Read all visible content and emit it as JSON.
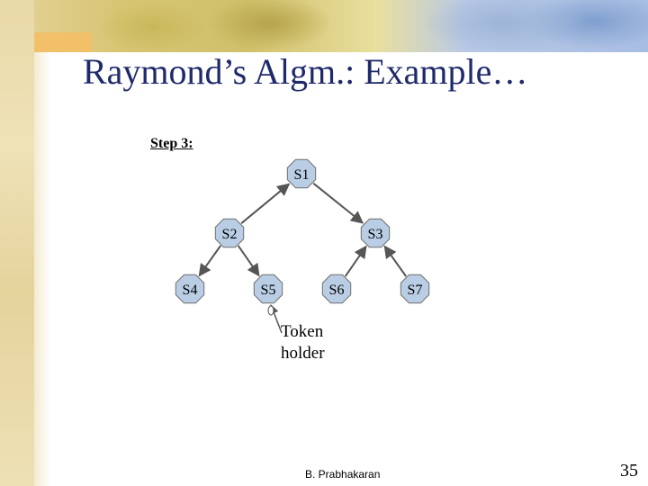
{
  "slide": {
    "title": "Raymond’s Algm.: Example…",
    "step_label": "Step 3:",
    "annotation_lines": [
      "Token",
      "holder"
    ],
    "author": "B. Prabhakaran",
    "page_number": "35"
  },
  "diagram": {
    "nodes": [
      {
        "id": "S1",
        "label": "S1"
      },
      {
        "id": "S2",
        "label": "S2"
      },
      {
        "id": "S3",
        "label": "S3"
      },
      {
        "id": "S4",
        "label": "S4"
      },
      {
        "id": "S5",
        "label": "S5"
      },
      {
        "id": "S6",
        "label": "S6"
      },
      {
        "id": "S7",
        "label": "S7"
      }
    ],
    "edges": [
      {
        "from": "S2",
        "to": "S1"
      },
      {
        "from": "S1",
        "to": "S3"
      },
      {
        "from": "S2",
        "to": "S4"
      },
      {
        "from": "S2",
        "to": "S5"
      },
      {
        "from": "S6",
        "to": "S3"
      },
      {
        "from": "S7",
        "to": "S3"
      }
    ],
    "token_holder": "S5",
    "colors": {
      "node_fill": "#b9cde4",
      "node_stroke": "#6f6f6f",
      "edge": "#555555"
    }
  }
}
